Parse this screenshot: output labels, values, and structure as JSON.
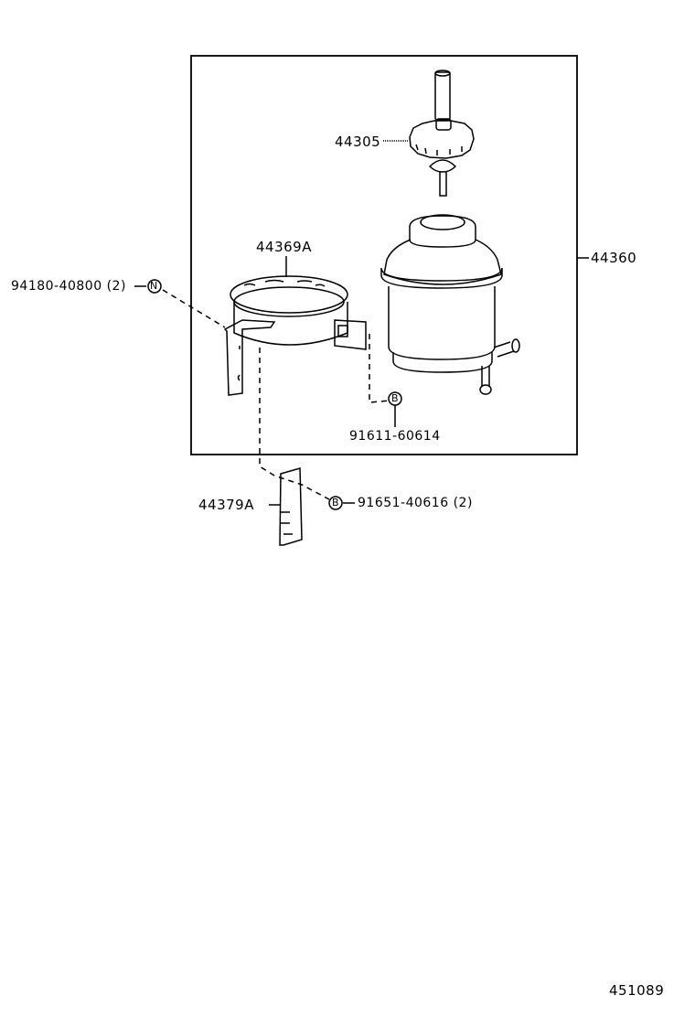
{
  "diagram": {
    "type": "exploded parts diagram",
    "subject": "power steering reservoir tank assembly",
    "labels": {
      "cap": "44305",
      "assembly": "44360",
      "bracket_band": "44369A",
      "bracket_plate": "44379A",
      "nut_part": "94180-40800 (2)",
      "nut_symbol": "N",
      "bolt_part_1": "91611-60614",
      "bolt_symbol_1": "B",
      "bolt_part_2": "91651-40616 (2)",
      "bolt_symbol_2": "B"
    },
    "figure_number": "451089"
  }
}
